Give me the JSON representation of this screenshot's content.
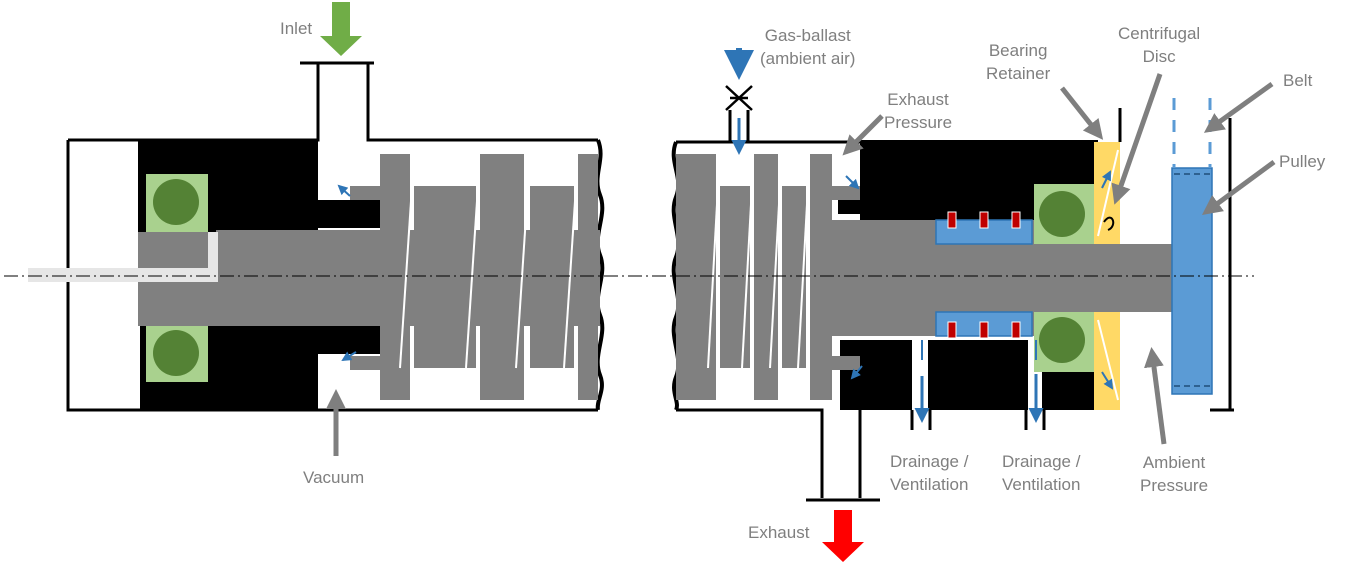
{
  "labels": {
    "inlet": "Inlet",
    "vacuum": "Vacuum",
    "gas_ballast": [
      "Gas-ballast",
      "(ambient air)"
    ],
    "exhaust_pressure": [
      "Exhaust",
      "Pressure"
    ],
    "bearing_retainer": [
      "Bearing",
      "Retainer"
    ],
    "centrifugal_disc": [
      "Centrifugal",
      "Disc"
    ],
    "belt": "Belt",
    "pulley": "Pulley",
    "drainage_1": [
      "Drainage /",
      "Ventilation"
    ],
    "drainage_2": [
      "Drainage /",
      "Ventilation"
    ],
    "ambient_pressure": [
      "Ambient",
      "Pressure"
    ],
    "exhaust": "Exhaust"
  },
  "colors": {
    "housing": "#000000",
    "rotor": "#808080",
    "bearing_outer": "#a9d18e",
    "bearing_ball": "#548235",
    "seal_blue": "#5b9bd5",
    "seal_red": "#c00000",
    "retainer": "#ffd966",
    "inlet_arrow": "#70ad47",
    "exhaust_arrow": "#ff0000",
    "flow_arrow": "#2e75b6",
    "leader": "#7f7f7f"
  }
}
